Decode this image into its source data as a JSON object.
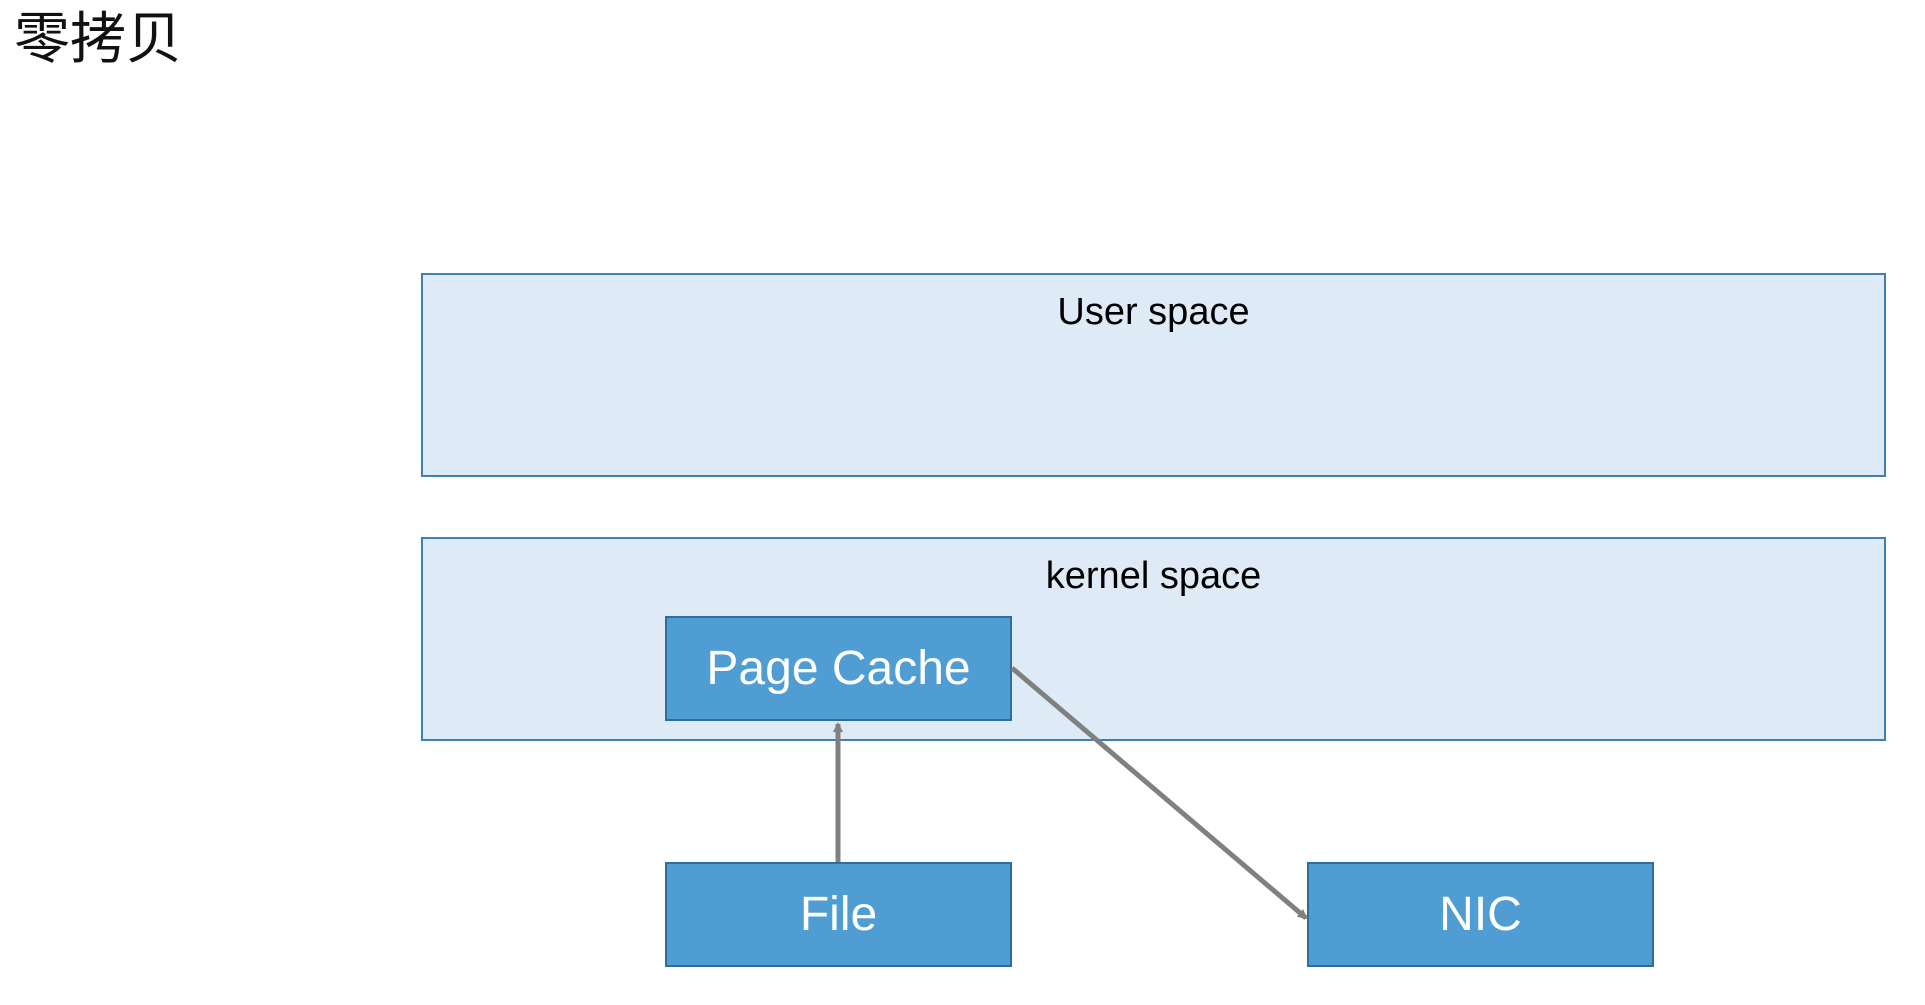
{
  "title": "零拷贝",
  "regions": {
    "user_space": "User space",
    "kernel_space": "kernel space"
  },
  "nodes": {
    "page_cache": "Page Cache",
    "file": "File",
    "nic": "NIC"
  },
  "colors": {
    "region_fill": "#deebf7",
    "region_border": "#3f7fb2",
    "node_fill": "#4f9dd3",
    "node_border": "#2f6d9e",
    "arrow": "#808080"
  }
}
